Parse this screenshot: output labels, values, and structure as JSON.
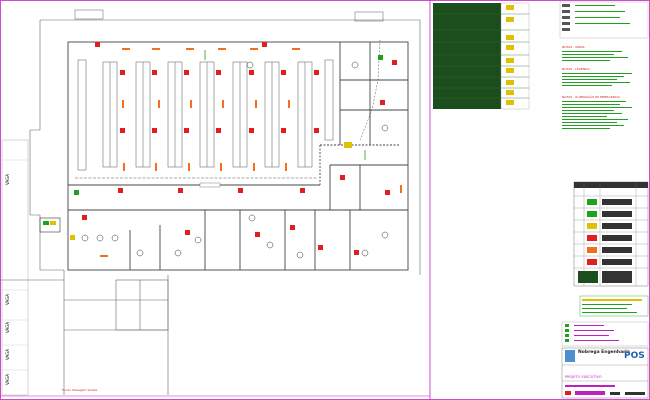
{
  "plan": {
    "street_labels": [
      "VAGA",
      "VAGA",
      "VAGA",
      "VAGA",
      "VAGA"
    ],
    "store_label": "",
    "footer_left": "Fundo Paisagem Visitas"
  },
  "legend_block": {
    "title": "",
    "note_headers": [
      "NOTAS - GERAL",
      "NOTAS - LEGENDA",
      "NOTAS - ILUMINAÇÃO DE EMERGÊNCIA"
    ]
  },
  "symbol_table": {
    "title": ""
  },
  "title_block": {
    "company": "Nobrega Engenharia",
    "logo_text": "POS",
    "project_title": "PROJETO EXECUTIVO"
  },
  "colors": {
    "red": "#e02020",
    "orange": "#f07020",
    "green": "#20a020",
    "dark_table": "#1c4d1c",
    "magenta": "#c020c0",
    "wall": "#444444"
  }
}
